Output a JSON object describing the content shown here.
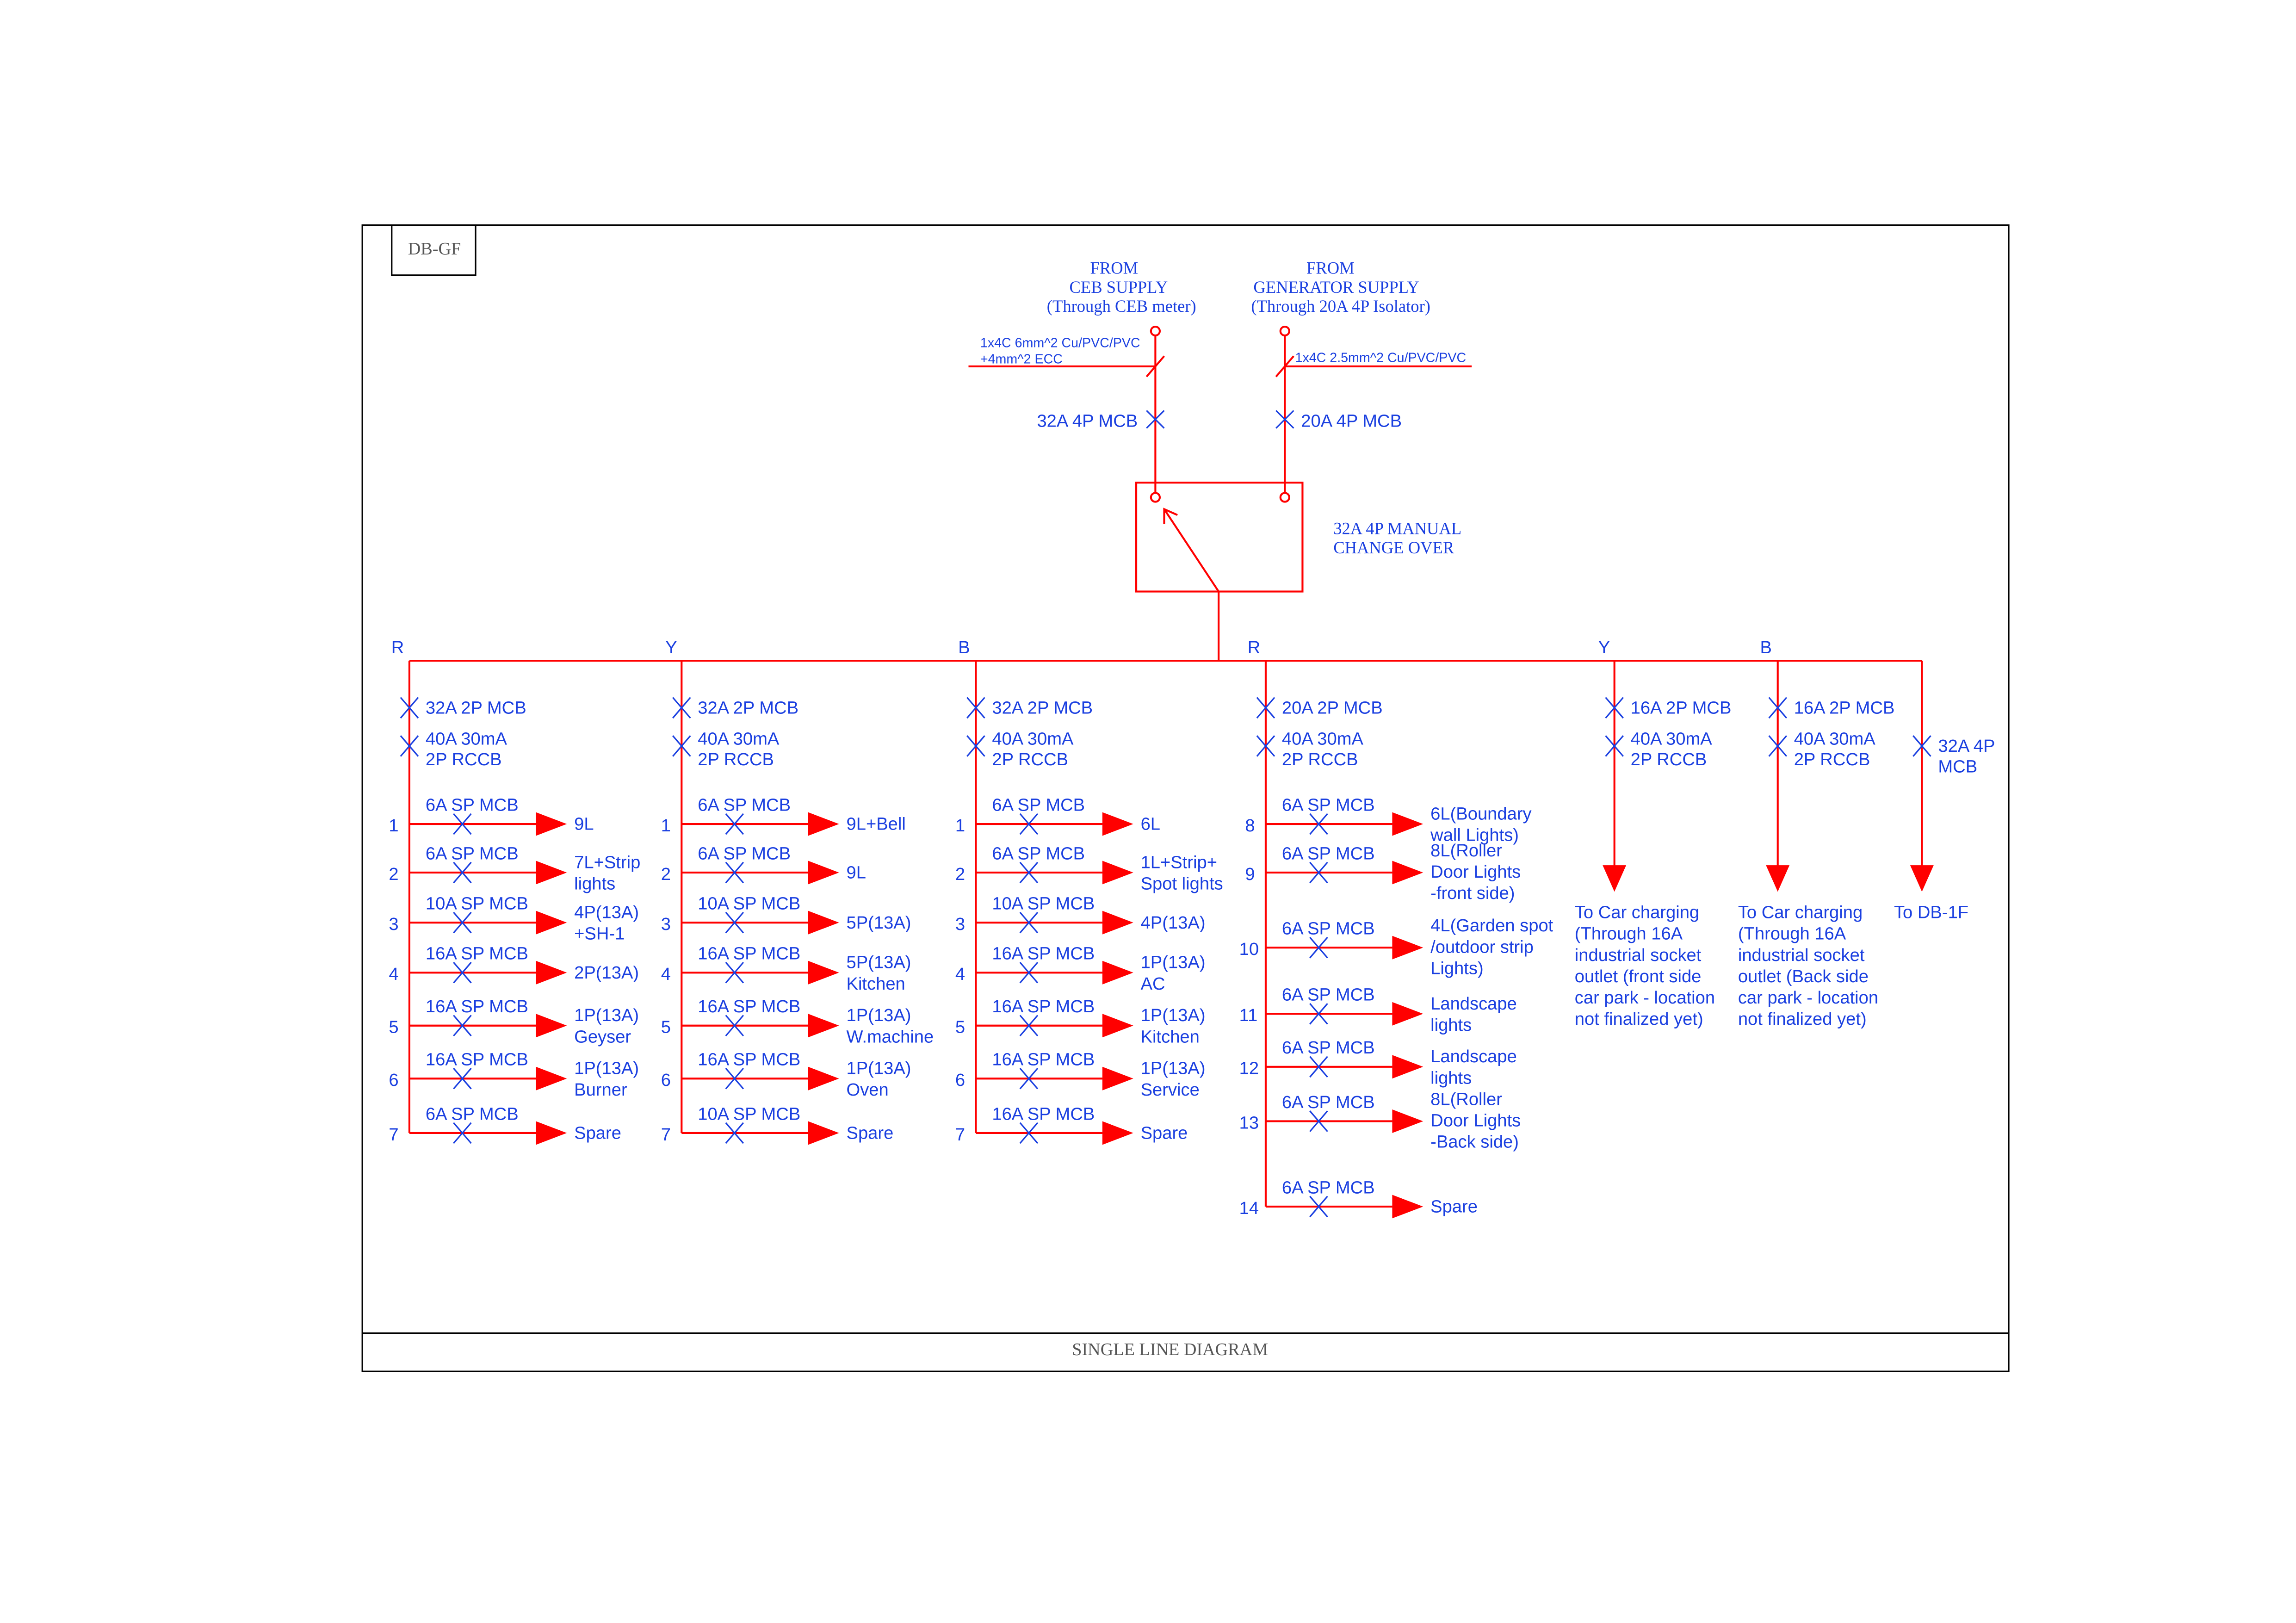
{
  "board_name": "DB-GF",
  "footer_title": "SINGLE LINE DIAGRAM",
  "colors": {
    "wire": "#ff0000",
    "text": "#1a3fe0",
    "frame": "#000000"
  },
  "supplies": {
    "ceb": {
      "lines": [
        "FROM",
        "CEB SUPPLY",
        "(Through CEB meter)"
      ],
      "cable": [
        "1x4C 6mm^2 Cu/PVC/PVC",
        "+4mm^2 ECC"
      ],
      "breaker": "32A 4P MCB"
    },
    "generator": {
      "lines": [
        "FROM",
        "GENERATOR SUPPLY",
        "(Through 20A 4P Isolator)"
      ],
      "cable": [
        "1x4C 2.5mm^2 Cu/PVC/PVC"
      ],
      "breaker": "20A 4P MCB"
    }
  },
  "changeover": {
    "lines": [
      "32A 4P MANUAL",
      "CHANGE OVER"
    ]
  },
  "phases": [
    "R",
    "Y",
    "B",
    "R",
    "Y",
    "B"
  ],
  "groups": [
    {
      "main": "32A 2P MCB",
      "rccb": [
        "40A 30mA",
        "2P RCCB"
      ],
      "circuits": [
        {
          "no": "1",
          "mcb": "6A SP MCB",
          "load": [
            "9L"
          ]
        },
        {
          "no": "2",
          "mcb": "6A SP MCB",
          "load": [
            "7L+Strip",
            "lights"
          ]
        },
        {
          "no": "3",
          "mcb": "10A SP MCB",
          "load": [
            "4P(13A)",
            "+SH-1"
          ]
        },
        {
          "no": "4",
          "mcb": "16A SP MCB",
          "load": [
            "2P(13A)"
          ]
        },
        {
          "no": "5",
          "mcb": "16A SP MCB",
          "load": [
            "1P(13A)",
            "Geyser"
          ]
        },
        {
          "no": "6",
          "mcb": "16A SP MCB",
          "load": [
            "1P(13A)",
            "Burner"
          ]
        },
        {
          "no": "7",
          "mcb": "6A SP MCB",
          "load": [
            "Spare"
          ]
        }
      ]
    },
    {
      "main": "32A 2P MCB",
      "rccb": [
        "40A 30mA",
        "2P RCCB"
      ],
      "circuits": [
        {
          "no": "1",
          "mcb": "6A SP MCB",
          "load": [
            "9L+Bell"
          ]
        },
        {
          "no": "2",
          "mcb": "6A SP MCB",
          "load": [
            "9L"
          ]
        },
        {
          "no": "3",
          "mcb": "10A SP MCB",
          "load": [
            "5P(13A)"
          ]
        },
        {
          "no": "4",
          "mcb": "16A SP MCB",
          "load": [
            "5P(13A)",
            "Kitchen"
          ]
        },
        {
          "no": "5",
          "mcb": "16A SP MCB",
          "load": [
            "1P(13A)",
            "W.machine"
          ]
        },
        {
          "no": "6",
          "mcb": "16A SP MCB",
          "load": [
            "1P(13A)",
            "Oven"
          ]
        },
        {
          "no": "7",
          "mcb": "10A SP MCB",
          "load": [
            "Spare"
          ]
        }
      ]
    },
    {
      "main": "32A 2P MCB",
      "rccb": [
        "40A 30mA",
        "2P RCCB"
      ],
      "circuits": [
        {
          "no": "1",
          "mcb": "6A SP MCB",
          "load": [
            "6L"
          ]
        },
        {
          "no": "2",
          "mcb": "6A SP MCB",
          "load": [
            "1L+Strip+",
            "Spot lights"
          ]
        },
        {
          "no": "3",
          "mcb": "10A SP MCB",
          "load": [
            "4P(13A)"
          ]
        },
        {
          "no": "4",
          "mcb": "16A SP MCB",
          "load": [
            "1P(13A)",
            "AC"
          ]
        },
        {
          "no": "5",
          "mcb": "16A SP MCB",
          "load": [
            "1P(13A)",
            "Kitchen"
          ]
        },
        {
          "no": "6",
          "mcb": "16A SP MCB",
          "load": [
            "1P(13A)",
            "Service"
          ]
        },
        {
          "no": "7",
          "mcb": "16A SP MCB",
          "load": [
            "Spare"
          ]
        }
      ]
    },
    {
      "main": "20A 2P MCB",
      "rccb": [
        "40A 30mA",
        "2P RCCB"
      ],
      "circuits": [
        {
          "no": "8",
          "mcb": "6A SP MCB",
          "load": [
            "6L(Boundary",
            "wall Lights)"
          ]
        },
        {
          "no": "9",
          "mcb": "6A SP MCB",
          "load": [
            "8L(Roller",
            "Door Lights",
            "-front side)"
          ]
        },
        {
          "no": "10",
          "mcb": "6A SP MCB",
          "load": [
            "4L(Garden spot",
            "/outdoor strip",
            "Lights)"
          ]
        },
        {
          "no": "11",
          "mcb": "6A SP MCB",
          "load": [
            "Landscape",
            "lights"
          ]
        },
        {
          "no": "12",
          "mcb": "6A SP MCB",
          "load": [
            "Landscape",
            "lights"
          ]
        },
        {
          "no": "13",
          "mcb": "6A SP MCB",
          "load": [
            "8L(Roller",
            "Door Lights",
            "-Back side)"
          ]
        },
        {
          "no": "14",
          "mcb": "6A SP MCB",
          "load": [
            "Spare"
          ]
        }
      ]
    }
  ],
  "feeders": [
    {
      "main": "16A 2P MCB",
      "rccb": [
        "40A 30mA",
        "2P RCCB"
      ],
      "dest": [
        "To Car charging",
        "(Through 16A",
        "industrial socket",
        "outlet (front side",
        "car park - location",
        "not finalized yet)"
      ]
    },
    {
      "main": "16A 2P MCB",
      "rccb": [
        "40A 30mA",
        "2P RCCB"
      ],
      "dest": [
        "To Car charging",
        "(Through 16A",
        "industrial socket",
        "outlet (Back side",
        "car park - location",
        "not finalized yet)"
      ]
    },
    {
      "main": null,
      "rccb": [
        "32A 4P",
        "MCB"
      ],
      "dest": [
        "To DB-1F"
      ]
    }
  ]
}
